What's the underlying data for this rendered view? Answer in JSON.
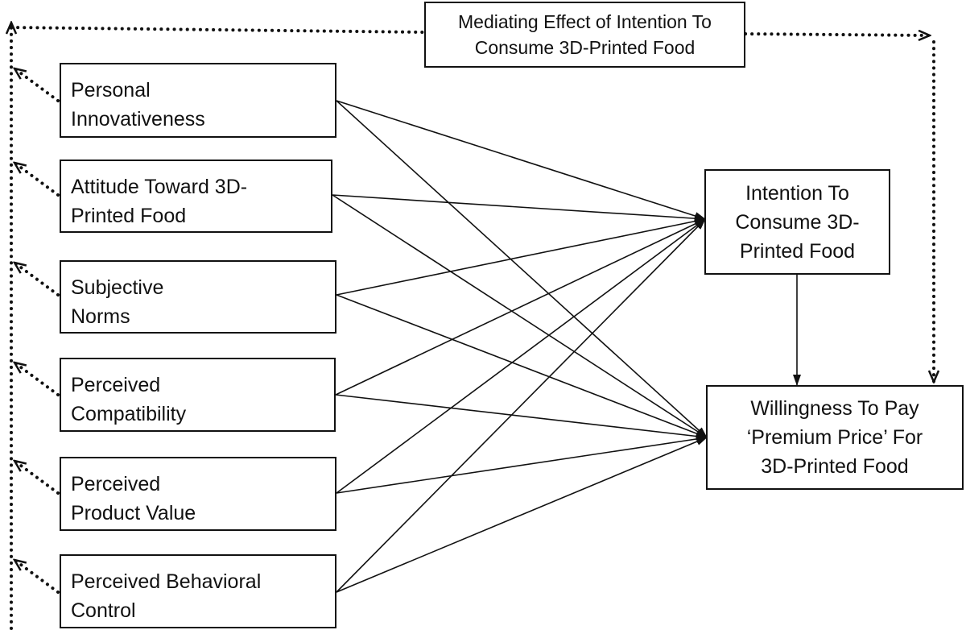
{
  "title_box": {
    "line1": "Mediating Effect of Intention To",
    "line2": "Consume 3D-Printed Food"
  },
  "predictors": [
    {
      "line1": "Personal",
      "line2": "Innovativeness"
    },
    {
      "line1": "Attitude Toward 3D-",
      "line2": "Printed Food"
    },
    {
      "line1": "Subjective",
      "line2": "Norms"
    },
    {
      "line1": "Perceived",
      "line2": "Compatibility"
    },
    {
      "line1": "Perceived",
      "line2": "Product Value"
    },
    {
      "line1": "Perceived Behavioral",
      "line2": "Control"
    }
  ],
  "mediator": {
    "line1": "Intention To",
    "line2": "Consume 3D-",
    "line3": "Printed Food"
  },
  "outcome": {
    "line1": "Willingness To Pay",
    "line2": "‘Premium Price’ For",
    "line3": "3D-Printed Food"
  },
  "colors": {
    "line": "#111111",
    "background": "#ffffff"
  }
}
